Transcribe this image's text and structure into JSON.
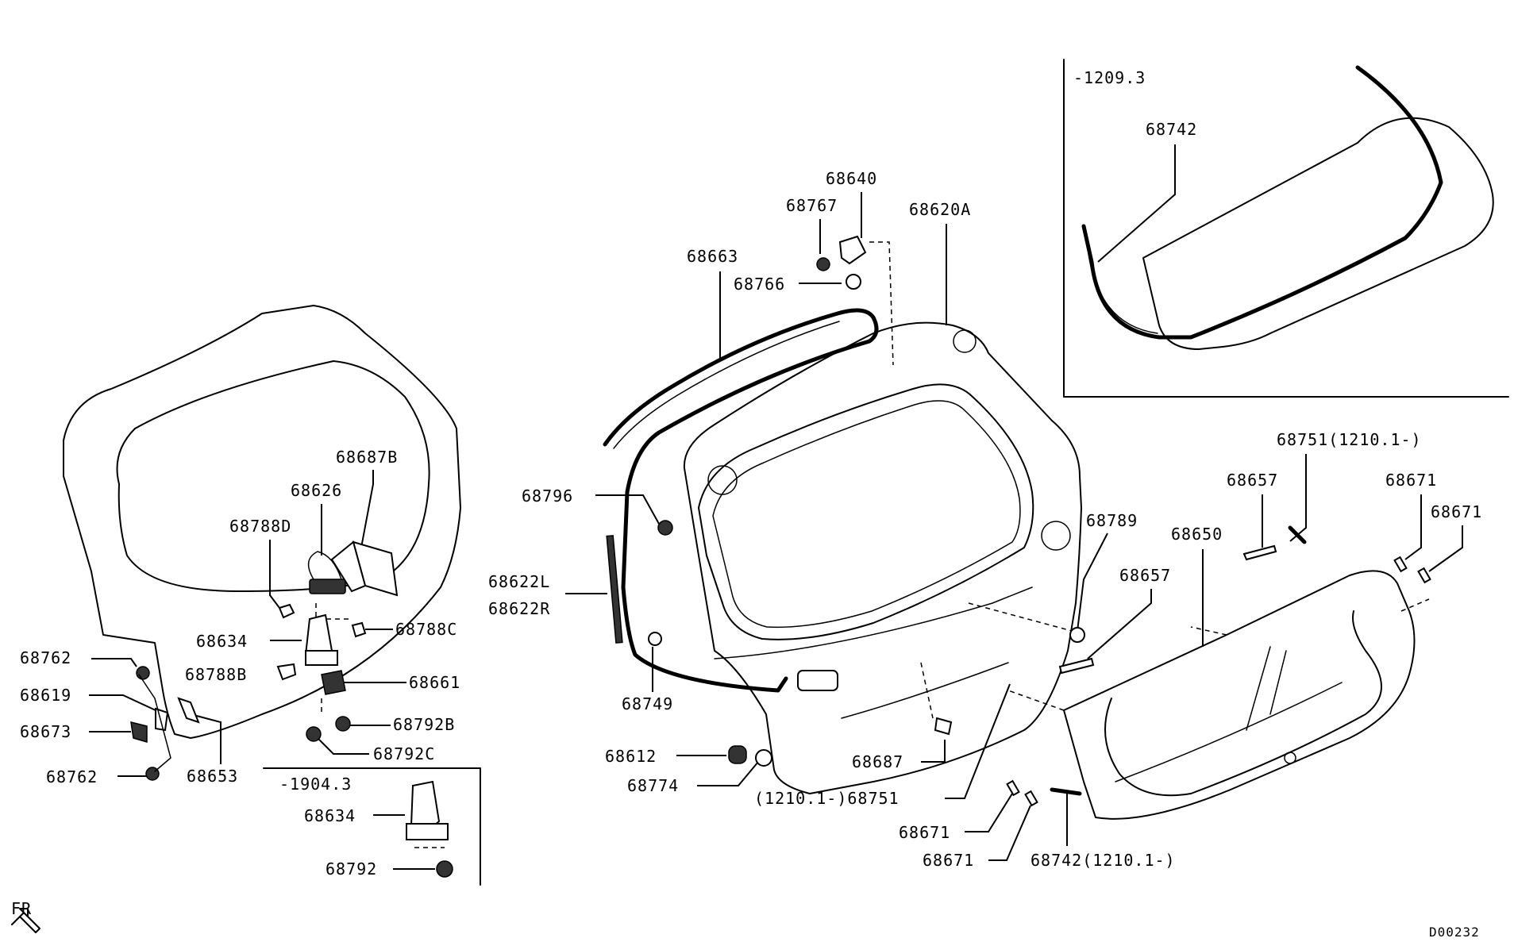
{
  "diagram": {
    "code": "D00232",
    "direction": "FR",
    "insets": {
      "top_right": "-1209.3",
      "bottom_left": "-1904.3"
    },
    "labels": {
      "p68640": "68640",
      "p68767": "68767",
      "p68620A": "68620A",
      "p68663": "68663",
      "p68766": "68766",
      "p68742_inset": "68742",
      "p68687B": "68687B",
      "p68626": "68626",
      "p68788D": "68788D",
      "p68788C": "68788C",
      "p68634": "68634",
      "p68788B": "68788B",
      "p68661": "68661",
      "p68762_a": "68762",
      "p68619": "68619",
      "p68673": "68673",
      "p68762_b": "68762",
      "p68653": "68653",
      "p68792B": "68792B",
      "p68792C": "68792C",
      "p68634_b": "68634",
      "p68792": "68792",
      "p68796": "68796",
      "p68622L": "68622L",
      "p68622R": "68622R",
      "p68749": "68749",
      "p68612": "68612",
      "p68774": "68774",
      "p68751_bottom": "(1210.1-)68751",
      "p68687": "68687",
      "p68789": "68789",
      "p68657_a": "68657",
      "p68657_b": "68657",
      "p68650": "68650",
      "p68751_top": "68751(1210.1-)",
      "p68671_a": "68671",
      "p68671_b": "68671",
      "p68671_c": "68671",
      "p68671_d": "68671",
      "p68742_bottom": "68742(1210.1-)"
    }
  }
}
